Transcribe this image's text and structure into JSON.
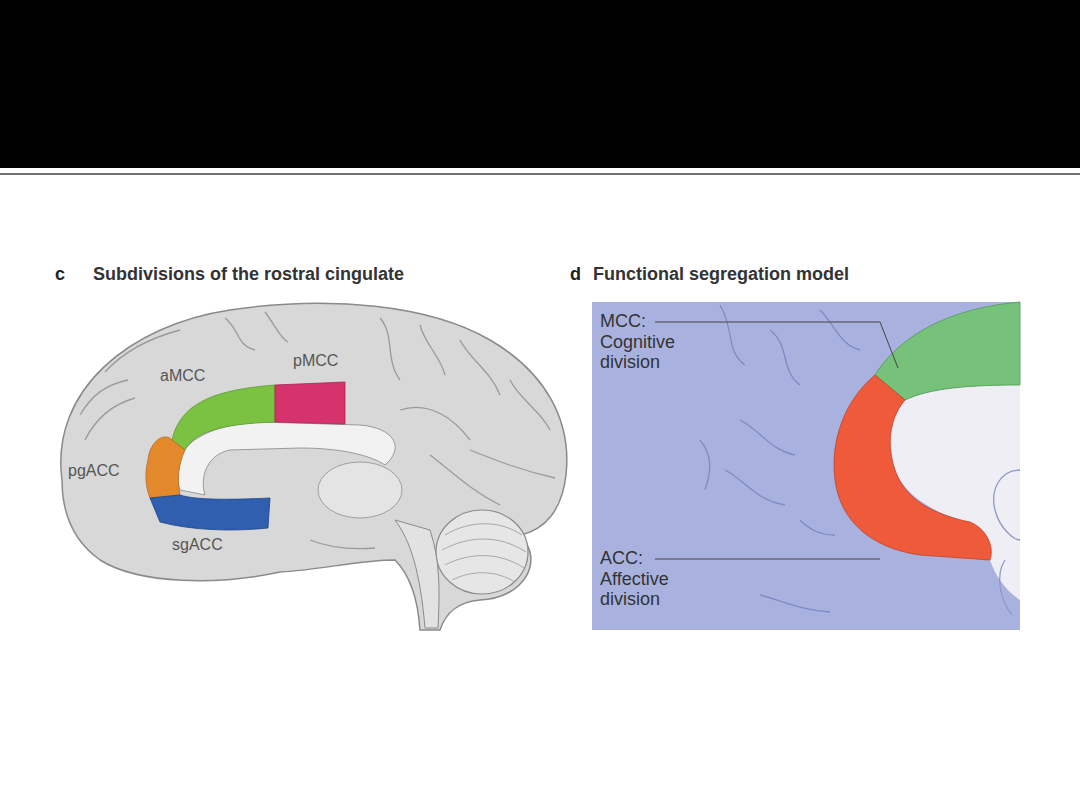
{
  "diagram": {
    "labels": [
      "c",
      "Subdivisions of the rostral cingulate",
      "d",
      "Functional segregation model",
      "pMCC",
      "aMCC",
      "pgACC",
      "sgACC",
      "MCC: Cognitive division",
      "ACC: Affective division"
    ]
  }
}
